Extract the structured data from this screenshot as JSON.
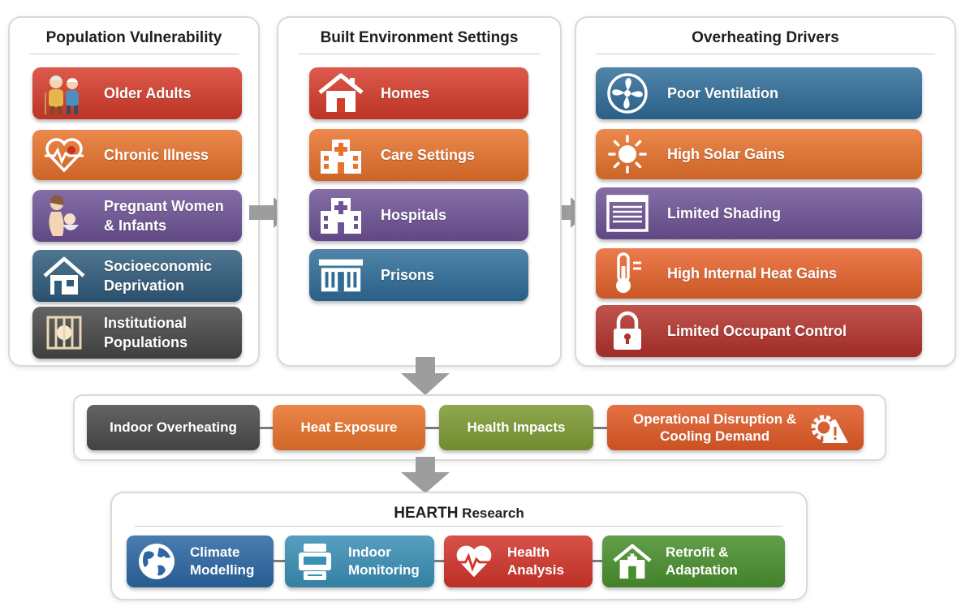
{
  "panels": {
    "population": {
      "title": "Population Vulnerability",
      "items": [
        {
          "label": "Older Adults",
          "icon": "older-adults-icon",
          "color": "#d63b2a"
        },
        {
          "label": "Chronic Illness",
          "icon": "heart-pulse-icon",
          "color": "#e8722b"
        },
        {
          "label": "Pregnant Women\n& Infants",
          "icon": "mother-infant-icon",
          "color": "#6e5296"
        },
        {
          "label": "Socioeconomic\nDeprivation",
          "icon": "house-icon",
          "color": "#2f5b7c"
        },
        {
          "label": "Institutional\nPopulations",
          "icon": "barred-window-icon",
          "color": "#474747"
        }
      ]
    },
    "built": {
      "title": "Built Environment Settings",
      "items": [
        {
          "label": "Homes",
          "icon": "home-icon",
          "color": "#d63b2a"
        },
        {
          "label": "Care Settings",
          "icon": "care-building-icon",
          "color": "#e8722b"
        },
        {
          "label": "Hospitals",
          "icon": "hospital-icon",
          "color": "#6e5296"
        },
        {
          "label": "Prisons",
          "icon": "prison-icon",
          "color": "#2f6d99"
        }
      ]
    },
    "drivers": {
      "title": "Overheating Drivers",
      "items": [
        {
          "label": "Poor Ventilation",
          "icon": "fan-icon",
          "color": "#2f6d99"
        },
        {
          "label": "High Solar Gains",
          "icon": "sun-icon",
          "color": "#e8722b"
        },
        {
          "label": "Limited Shading",
          "icon": "window-blind-icon",
          "color": "#6e5296"
        },
        {
          "label": "High Internal Heat Gains",
          "icon": "thermometer-icon",
          "color": "#e8632b"
        },
        {
          "label": "Limited Occupant Control",
          "icon": "padlock-icon",
          "color": "#b5322b"
        }
      ]
    }
  },
  "flow": [
    {
      "label": "Indoor Overheating",
      "color": "#4a4a4a"
    },
    {
      "label": "Heat Exposure",
      "color": "#e8722b"
    },
    {
      "label": "Health Impacts",
      "color": "#7d9a33"
    },
    {
      "label": "Operational Disruption &\nCooling Demand",
      "color": "#e05a26",
      "icon": "gear-warning-icon"
    }
  ],
  "research": {
    "title_bold": "HEARTH",
    "title_rest": " Research",
    "items": [
      {
        "label": "Climate\nModelling",
        "icon": "globe-icon",
        "color": "#2c67a3"
      },
      {
        "label": "Indoor\nMonitoring",
        "icon": "sensor-device-icon",
        "color": "#3a8fb5"
      },
      {
        "label": "Health\nAnalysis",
        "icon": "heart-pulse-icon",
        "color": "#d1352b"
      },
      {
        "label": "Retrofit &\nAdaptation",
        "icon": "house-icon",
        "color": "#4a8f2e"
      }
    ]
  }
}
